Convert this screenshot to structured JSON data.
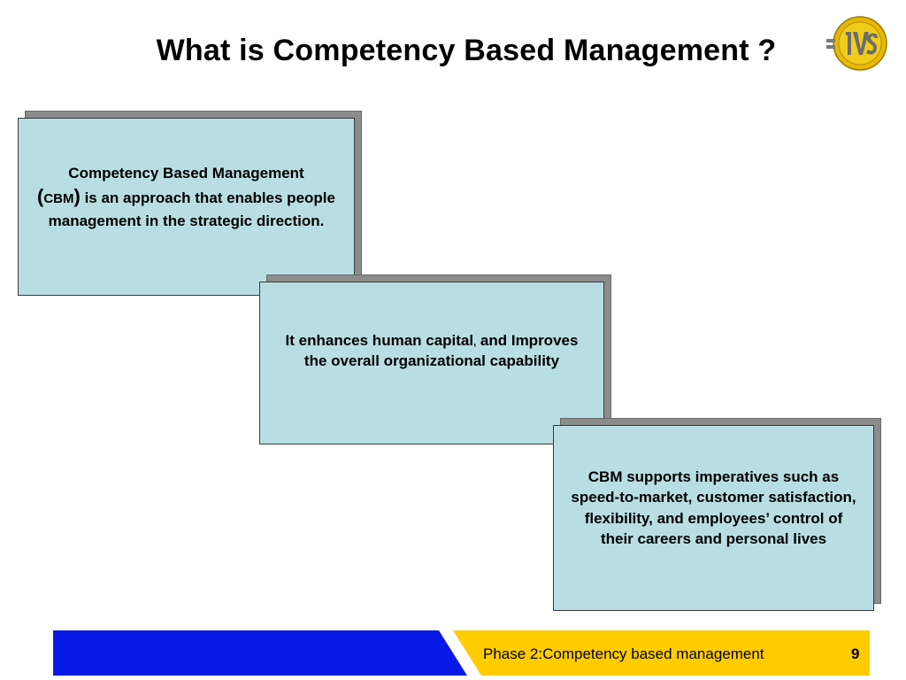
{
  "slide": {
    "title": "What is Competency Based Management ?"
  },
  "logo": {
    "icon": "company-logo-icon",
    "lettering": "TVS",
    "colors": {
      "ring": "#e8b800",
      "face": "#f0cc1a",
      "mark": "#7a7a7a"
    }
  },
  "cards": [
    {
      "line_a": "Competency Based Management",
      "paren_open": "(",
      "abbr": "CBM",
      "paren_close": ")",
      "line_b": " is an approach that enables people management in the strategic direction."
    },
    {
      "part_a": "It enhances human capital",
      "comma": ",",
      "part_b": " and Improves the overall organizational capability"
    },
    {
      "text": "CBM supports imperatives such as speed-to-market, customer satisfaction, flexibility, and employees’ control of their careers and personal lives"
    }
  ],
  "footer": {
    "phase_label": "Phase 2:Competency based management",
    "page_number": "9",
    "colors": {
      "blue": "#0a1ae6",
      "yellow": "#ffcc00"
    }
  },
  "colors": {
    "card_fill": "#b8dee3",
    "card_shadow": "#8c8c8c"
  }
}
